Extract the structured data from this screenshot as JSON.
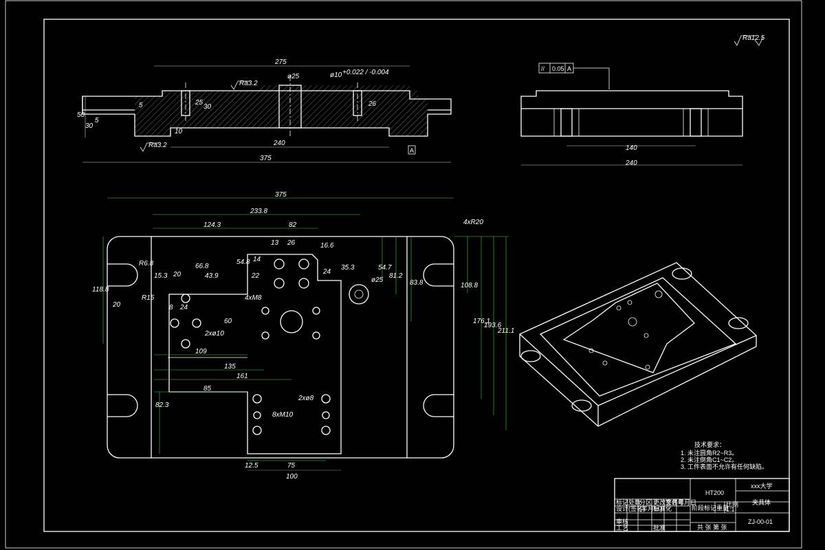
{
  "drawing": {
    "material": "HT200",
    "university": "xxx大学",
    "part_name": "夹具体",
    "drawing_no": "ZJ-00-01",
    "scale": "1:1",
    "sheet_note": "共 张 第 张",
    "title_block_cells": {
      "c1": "标记",
      "c2": "处数",
      "c3": "分区",
      "c4": "更改文件号",
      "c5": "签名",
      "c6": "年月日",
      "r2a": "设计",
      "r2b": "(签名)",
      "r2c": "(年月日)",
      "r2d": "标准化",
      "r3a": "审核",
      "r4a": "工艺",
      "r4b": "批准",
      "stage": "阶段标记",
      "weight": "重量",
      "ratio": "比例"
    }
  },
  "tech_requirements": {
    "title": "技术要求：",
    "items": [
      "1. 未注圆角R2~R3。",
      "2. 未注倒角C1~C2。",
      "3. 工件表面不允许有任何缺陷。"
    ]
  },
  "roughness_symbol": "Ra12.5",
  "tolerance_frame": {
    "sym": "//",
    "value": "0.05",
    "datum": "A"
  },
  "front_view": {
    "dims": [
      "275",
      "375",
      "240",
      "50",
      "30",
      "5",
      "5",
      "25",
      "30",
      "10",
      "26"
    ],
    "labels": {
      "d25": "ø25",
      "d10": "ø10",
      "d10_tol": "+0.022 / -0.004",
      "ra_top": "Ra3.2",
      "ra_bottom": "Ra3.2",
      "datum": "A"
    }
  },
  "side_view": {
    "dims": [
      "140",
      "240"
    ]
  },
  "plan_view": {
    "dims": {
      "d375": "375",
      "d233": "233.8",
      "d124": "124.3",
      "d82": "82",
      "d13": "13",
      "d26": "26",
      "d166": "16.6",
      "d548": "54.8",
      "d14": "14",
      "d22": "22",
      "d24": "24",
      "d353": "35.3",
      "d547": "54.7",
      "d812": "81.2",
      "d838": "83.8",
      "d1088": "108.8",
      "d1761": "176.1",
      "d1936": "193.6",
      "d2111": "211.1",
      "d1188": "118.8",
      "d20": "20",
      "d153": "15.3",
      "d20b": "20",
      "d668": "66.8",
      "d439": "43.9",
      "d8": "8",
      "d24b": "24",
      "d60": "60",
      "d109": "109",
      "d135": "135",
      "d161": "161",
      "d85": "85",
      "d823": "82.3",
      "d125": "12.5",
      "d75": "75",
      "d100": "100"
    },
    "labels": {
      "r68": "R6.8",
      "r15": "R15",
      "slots": "4xR20",
      "hole4": "4xM8",
      "pins": "2xø10",
      "d25": "ø25",
      "pins8": "2xø8",
      "m10": "8xM10"
    }
  }
}
